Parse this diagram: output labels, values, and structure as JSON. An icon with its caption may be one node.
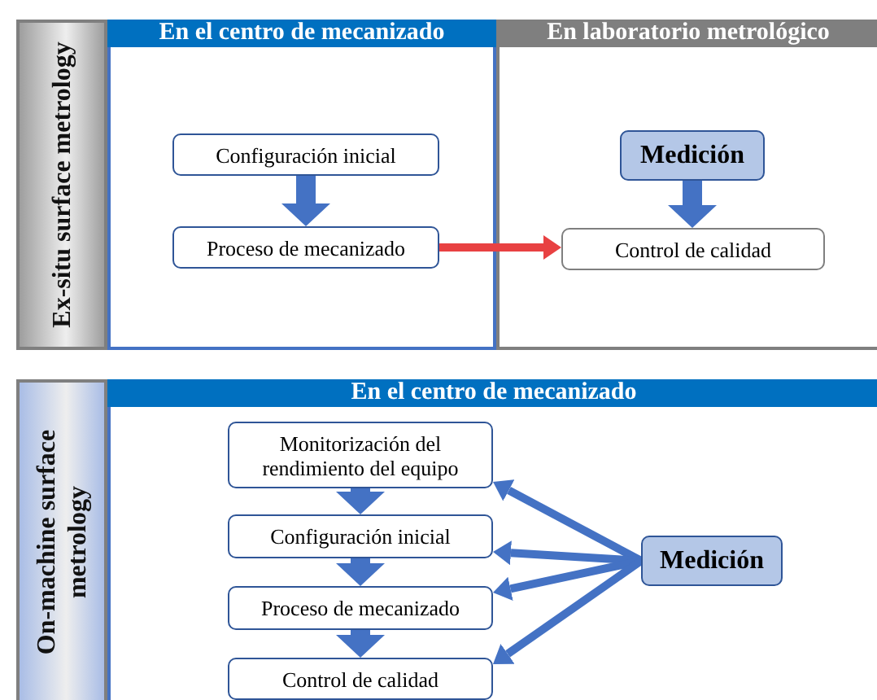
{
  "diagram": {
    "nodes": [
      {
        "text": [
          "Ex-situ surface metrology"
        ]
      },
      {
        "text": [
          "En el centro de mecanizado"
        ]
      },
      {
        "text": [
          "Configuración inicial"
        ],
        "in": 1
      },
      {
        "text": [
          "Proceso de mecanizado"
        ],
        "in": 1
      },
      {
        "text": [
          "En laboratorio metrológico"
        ]
      },
      {
        "text": [
          "Medición"
        ],
        "in": 4
      },
      {
        "text": [
          "Control de calidad"
        ],
        "in": 4
      },
      {
        "text": [
          "On-machine surface metrology"
        ]
      },
      {
        "text": [
          "En el centro de mecanizado"
        ]
      },
      {
        "text": [
          "Monitorización del rendimiento del equipo"
        ],
        "in": 8
      },
      {
        "text": [
          "Configuración inicial"
        ],
        "in": 8
      },
      {
        "text": [
          "Proceso de mecanizado"
        ],
        "in": 8
      },
      {
        "text": [
          "Control de calidad"
        ],
        "in": 8
      },
      {
        "text": [
          "Medición"
        ],
        "in": 8
      }
    ],
    "edges": [
      {
        "from": 2,
        "to": 3,
        "arrow": "to",
        "style": "thick"
      },
      {
        "from": 3,
        "to": 6,
        "arrow": "to",
        "color": "#e84142"
      },
      {
        "from": 5,
        "to": 6,
        "arrow": "to",
        "style": "thick"
      },
      {
        "from": 9,
        "to": 10,
        "arrow": "to",
        "style": "thick"
      },
      {
        "from": 10,
        "to": 11,
        "arrow": "to",
        "style": "thick"
      },
      {
        "from": 11,
        "to": 12,
        "arrow": "to",
        "style": "thick"
      },
      {
        "from": 13,
        "to": 9,
        "arrow": "to"
      },
      {
        "from": 13,
        "to": 10,
        "arrow": "to"
      },
      {
        "from": 13,
        "to": 11,
        "arrow": "to"
      },
      {
        "from": 13,
        "to": 12,
        "arrow": "to"
      }
    ]
  }
}
